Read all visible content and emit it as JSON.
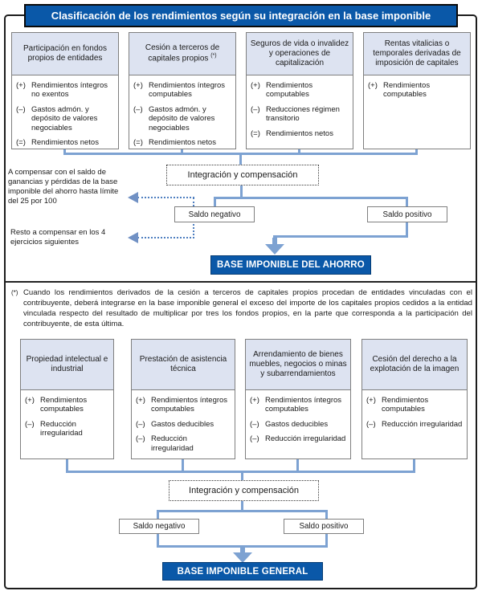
{
  "title": "Clasificación de los rendimientos según su integración en la base imponible",
  "colors": {
    "accent_blue": "#0a58a8",
    "connector_blue": "#7da2d2",
    "dotted_blue": "#4f7fc0",
    "box_header_fill": "#dde3f1"
  },
  "savings_section": {
    "boxes": [
      {
        "header": "Participación en fondos propios de entidades",
        "items": [
          {
            "sign": "(+)",
            "text": "Rendimientos íntegros no exentos"
          },
          {
            "sign": "(–)",
            "text": "Gastos admón. y depósito de valores negociables"
          },
          {
            "sign": "(=)",
            "text": "Rendimientos netos"
          }
        ]
      },
      {
        "header": "Cesión a terceros de capitales propios",
        "note": "(*)",
        "items": [
          {
            "sign": "(+)",
            "text": "Rendimientos íntegros computables"
          },
          {
            "sign": "(–)",
            "text": "Gastos admón. y depósito de valores negociables"
          },
          {
            "sign": "(=)",
            "text": "Rendimientos netos"
          }
        ]
      },
      {
        "header": "Seguros de vida o invalidez y operaciones de capitalización",
        "items": [
          {
            "sign": "(+)",
            "text": "Rendimientos computables"
          },
          {
            "sign": "(–)",
            "text": "Reducciones régimen transitorio"
          },
          {
            "sign": "(=)",
            "text": "Rendimientos netos"
          }
        ]
      },
      {
        "header": "Rentas vitalicias o temporales derivadas de imposición de capitales",
        "items": [
          {
            "sign": "(+)",
            "text": "Rendimientos computables"
          }
        ]
      }
    ],
    "integration_label": "Integración y compensación",
    "negative_label": "Saldo negativo",
    "positive_label": "Saldo positivo",
    "result_label": "BASE IMPONIBLE DEL AHORRO",
    "annotation_1": "A compensar con el saldo de ganancias y pérdidas de la base imponible del ahorro hasta límite del 25 por 100",
    "annotation_2": "Resto a compensar en los 4 ejercicios siguientes"
  },
  "footnote": {
    "marker": "(*)",
    "text": "Cuando los rendimientos derivados de la cesión a terceros de capitales propios procedan de entidades vinculadas con el contribuyente, deberá integrarse en la base imponible general el exceso del importe de los capitales propios cedidos a la entidad vinculada respecto del resultado de multiplicar por tres los fondos propios, en la parte que corresponda a la participación del contribuyente, de esta última."
  },
  "general_section": {
    "boxes": [
      {
        "header": "Propiedad intelectual e industrial",
        "items": [
          {
            "sign": "(+)",
            "text": "Rendimientos computables"
          },
          {
            "sign": "(–)",
            "text": "Reducción irregularidad"
          }
        ]
      },
      {
        "header": "Prestación de asistencia técnica",
        "items": [
          {
            "sign": "(+)",
            "text": "Rendimientos íntegros computables"
          },
          {
            "sign": "(–)",
            "text": "Gastos deducibles"
          },
          {
            "sign": "(–)",
            "text": "Reducción irregularidad"
          }
        ]
      },
      {
        "header": "Arrendamiento de bienes muebles, negocios o minas y subarrendamientos",
        "items": [
          {
            "sign": "(+)",
            "text": "Rendimientos íntegros computables"
          },
          {
            "sign": "(–)",
            "text": "Gastos deducibles"
          },
          {
            "sign": "(–)",
            "text": "Reducción irregularidad"
          }
        ]
      },
      {
        "header": "Cesión del derecho a la explotación de la imagen",
        "items": [
          {
            "sign": "(+)",
            "text": "Rendimientos computables"
          },
          {
            "sign": "(–)",
            "text": "Reducción irregularidad"
          }
        ]
      }
    ],
    "integration_label": "Integración y compensación",
    "negative_label": "Saldo negativo",
    "positive_label": "Saldo positivo",
    "result_label": "BASE IMPONIBLE GENERAL"
  }
}
